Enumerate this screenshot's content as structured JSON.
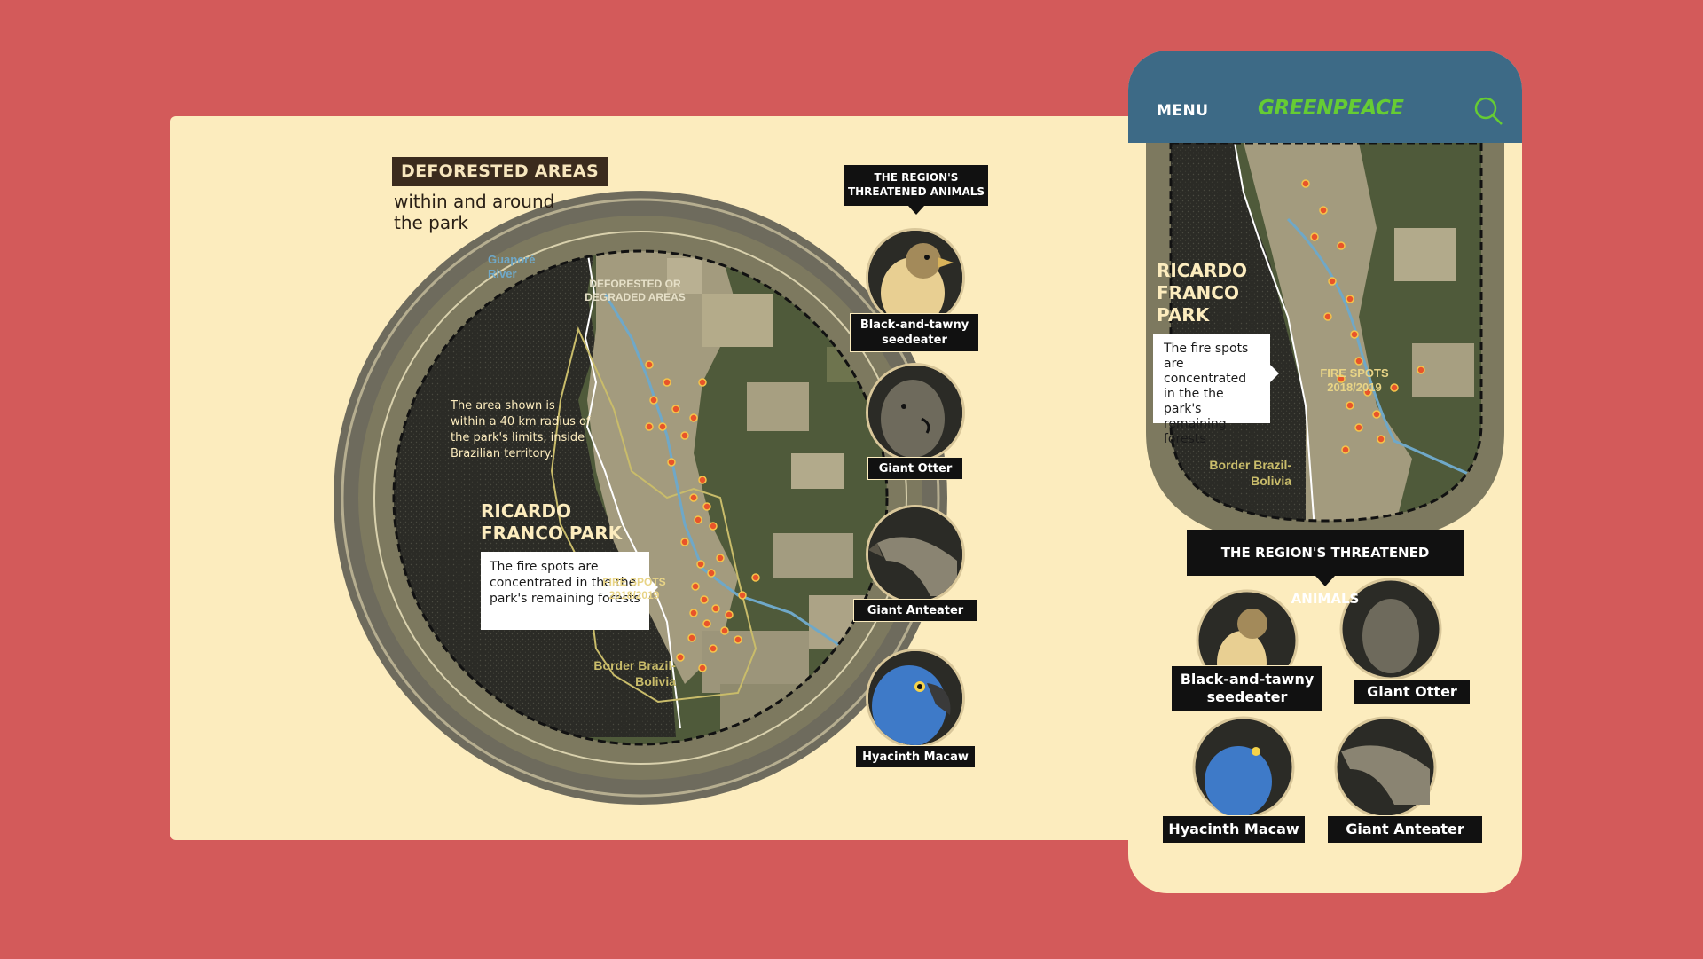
{
  "desktop": {
    "title": "DEFORESTED AREAS",
    "subtitle": "within and around the park",
    "river_label": "Guaporé River",
    "deforested_label": "DEFORESTED OR DEGRADED AREAS",
    "radius_note": "The area shown is within a 40 km radius of the park's limits, inside Brazilian territory.",
    "park_name": "RICARDO FRANCO PARK",
    "fire_note": "The fire spots are concentrated in the the park's remaining forests",
    "fire_spots_label": "FIRE SPOTS",
    "fire_spots_years": "2018/2019",
    "border_label": "Border Brazil-Bolivia",
    "animals_header": "THE REGION'S THREATENED ANIMALS",
    "animals": [
      {
        "name": "Black-and-tawny seedeater",
        "icon": "seedeater-bird-icon"
      },
      {
        "name": "Giant Otter",
        "icon": "otter-icon"
      },
      {
        "name": "Giant Anteater",
        "icon": "anteater-icon"
      },
      {
        "name": "Hyacinth Macaw",
        "icon": "macaw-icon"
      }
    ]
  },
  "mobile": {
    "menu_label": "MENU",
    "logo": "GREENPEACE",
    "park_name": "RICARDO FRANCO PARK",
    "fire_note": "The fire spots are concentrated in the the park's remaining forests",
    "fire_spots_label": "FIRE SPOTS",
    "fire_spots_years": "2018/2019",
    "border_label": "Border Brazil-Bolivia",
    "animals_header": "THE REGION'S THREATENED ANIMALS",
    "animals": [
      {
        "name": "Black-and-tawny seedeater"
      },
      {
        "name": "Giant Otter"
      },
      {
        "name": "Hyacinth Macaw"
      },
      {
        "name": "Giant Anteater"
      }
    ]
  },
  "colors": {
    "background": "#d35a5a",
    "card": "#fcecbe",
    "header_blue": "#3d6a86",
    "logo_green": "#66cc33",
    "fire_orange": "#e8542a",
    "river_blue": "#6fa8c8",
    "label_yellow": "#e8d486"
  }
}
